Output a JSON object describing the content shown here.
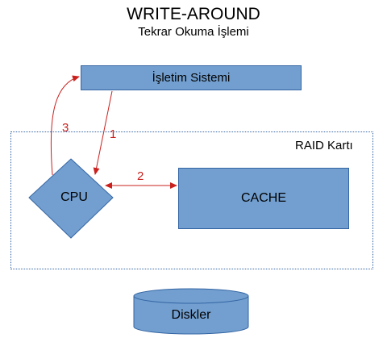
{
  "title": "WRITE-AROUND",
  "subtitle": "Tekrar Okuma İşlemi",
  "nodes": {
    "os": "İşletim Sistemi",
    "raid": "RAID Kartı",
    "cpu": "CPU",
    "cache": "CACHE",
    "disks": "Diskler"
  },
  "steps": [
    "1",
    "2",
    "3"
  ],
  "colors": {
    "box_fill": "#729fcf",
    "box_border": "#3465a4",
    "arrow": "#c9211e"
  }
}
